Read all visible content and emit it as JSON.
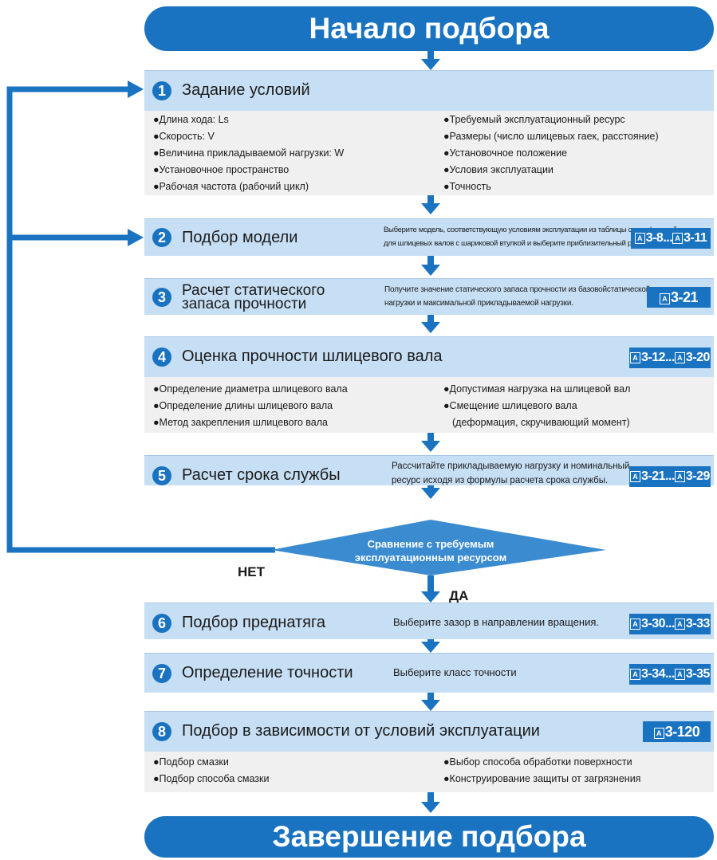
{
  "start_label": "Начало подбора",
  "end_label": "Завершение подбора",
  "steps": {
    "s1": {
      "num": "1",
      "title": "Задание условий",
      "left_items": [
        "●Длина хода: Ls",
        "●Скорость: V",
        "●Величина прикладываемой нагрузки: W",
        "●Установочное пространство",
        "●Рабочая частота (рабочий цикл)"
      ],
      "right_items": [
        "●Требуемый эксплуатационный ресурс",
        "●Размеры (число шлицевых гаек, расстояние)",
        "●Установочное положение",
        "●Условия эксплуатации",
        "●Точность"
      ]
    },
    "s2": {
      "num": "2",
      "title": "Подбор модели",
      "desc_line1": "Выберите модель, соответствующую условиям эксплуатации из таблицы спецификаций",
      "desc_line2": "для шлицевых валов с шариковой втулкой и выберите приблизительный размер.",
      "ref_a": "3-8",
      "ref_sep": "...",
      "ref_b": "3-11"
    },
    "s3": {
      "num": "3",
      "title_line1": "Расчет статического",
      "title_line2": "запаса прочности",
      "desc_line1": "Получите значение статического запаса прочности из базовойстатической",
      "desc_line2": "нагрузки и максимальной прикладываемой нагрузки.",
      "ref_a": "3-21"
    },
    "s4": {
      "num": "4",
      "title": "Оценка прочности шлицевого вала",
      "ref_a": "3-12",
      "ref_sep": "...",
      "ref_b": "3-20",
      "left_items": [
        "●Определение диаметра шлицевого вала",
        "●Определение длины шлицевого вала",
        "●Метод закрепления шлицевого вала"
      ],
      "right_items": [
        "●Допустимая нагрузка на шлицевой вал",
        "●Смещение шлицевого вала",
        "(деформация, скручивающий момент)"
      ]
    },
    "s5": {
      "num": "5",
      "title": "Расчет срока службы",
      "desc_line1": "Рассчитайте прикладываемую нагрузку и номинальный",
      "desc_line2": "ресурс исходя из формулы расчета срока службы.",
      "ref_a": "3-21",
      "ref_sep": "...",
      "ref_b": "3-29"
    },
    "s6": {
      "num": "6",
      "title": "Подбор преднатяга",
      "desc": "Выберите зазор в направлении вращения.",
      "ref_a": "3-30",
      "ref_sep": "...",
      "ref_b": "3-33"
    },
    "s7": {
      "num": "7",
      "title": "Определение точности",
      "desc": "Выберите класс точности",
      "ref_a": "3-34",
      "ref_sep": "...",
      "ref_b": "3-35"
    },
    "s8": {
      "num": "8",
      "title": "Подбор в зависимости от условий эксплуатации",
      "ref_a": "3-120",
      "left_items": [
        "●Подбор смазки",
        "●Подбор способа смазки"
      ],
      "right_items": [
        "●Выбор способа обработки поверхности",
        "●Конструирование защиты от загрязнения"
      ]
    }
  },
  "decision": {
    "line1": "Сравнение с требуемым",
    "line2": "эксплуатационным ресурсом",
    "no_label": "НЕТ",
    "yes_label": "ДА"
  },
  "ref_box_letter": "A",
  "colors": {
    "primary": "#1a73c0",
    "header_bg": "#c7dff4",
    "body_bg": "#f0f0f0",
    "decision_fill": "#3b8bd0"
  }
}
